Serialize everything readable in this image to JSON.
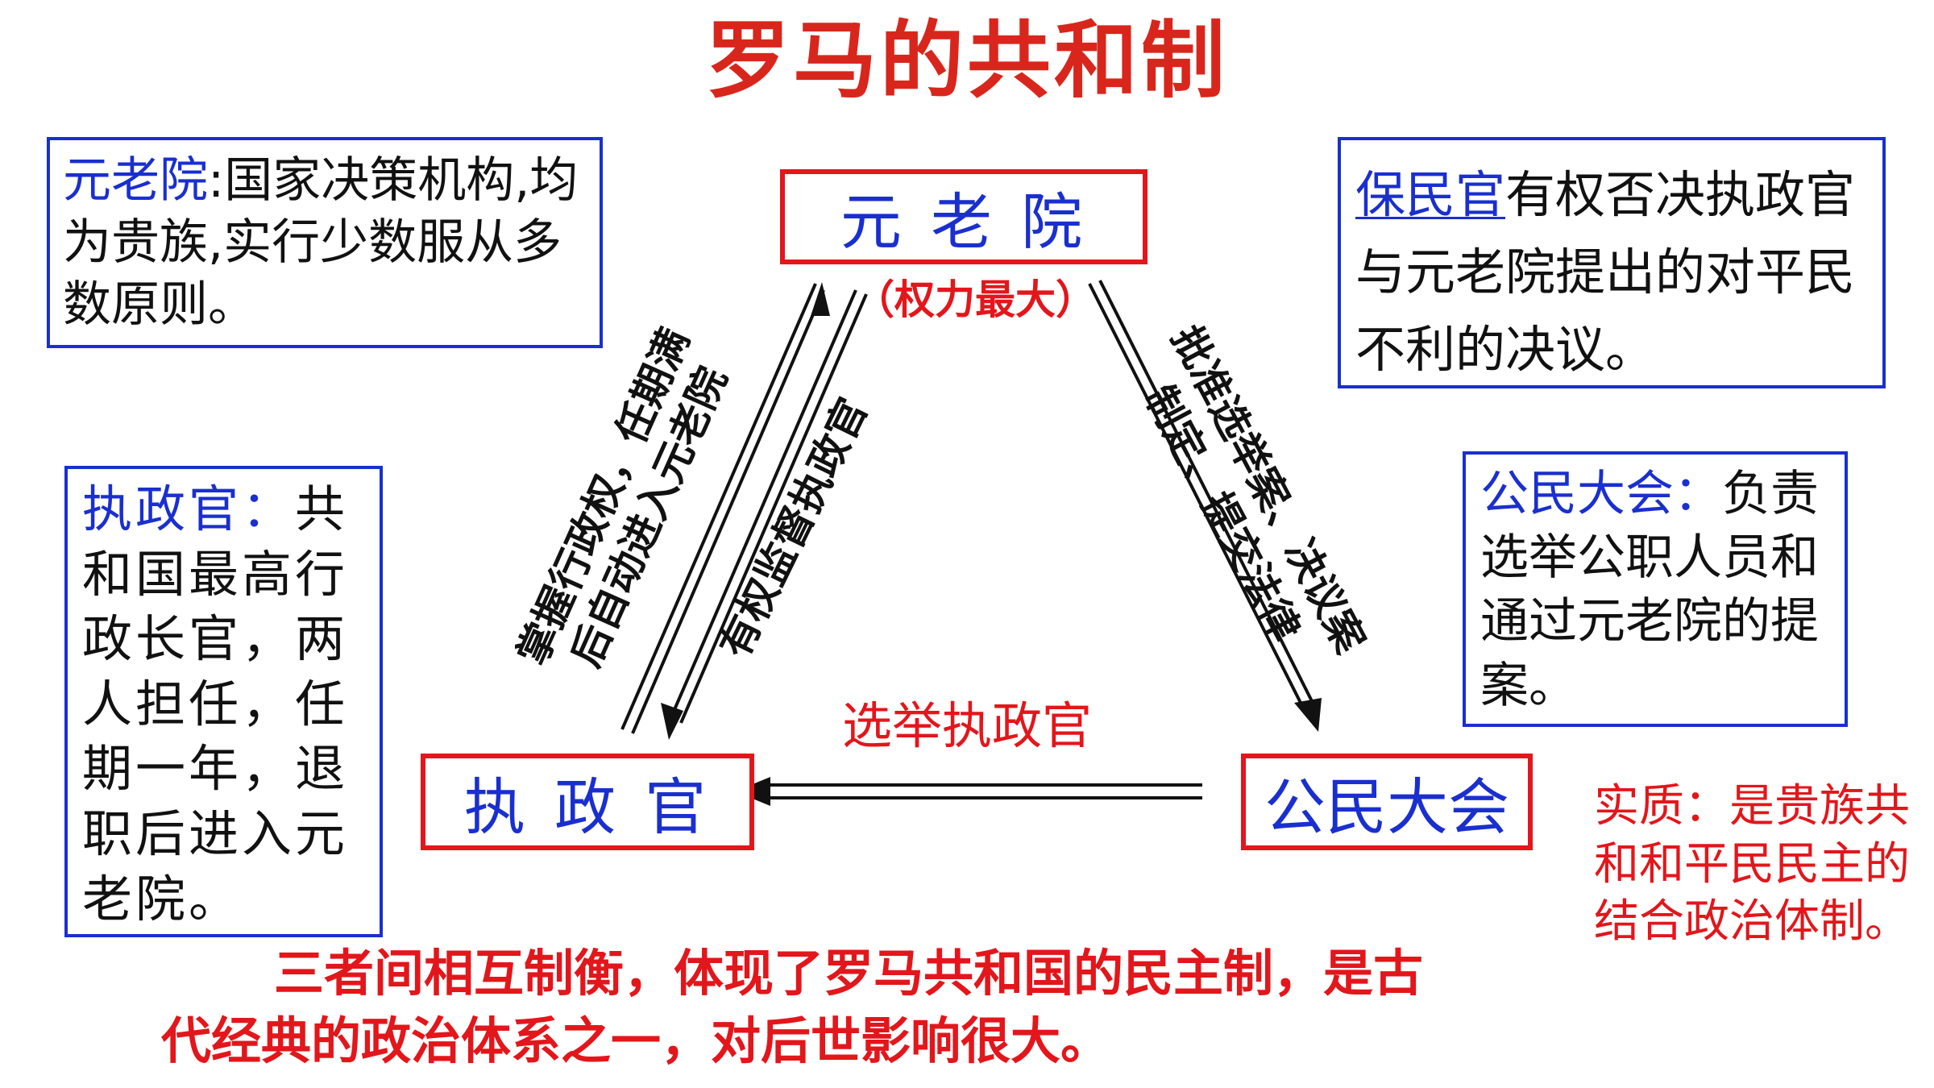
{
  "title": "罗马的共和制",
  "nodes": {
    "senate": {
      "label": "元 老 院",
      "note": "（权力最大）"
    },
    "consul": {
      "label": "执 政 官"
    },
    "assembly": {
      "label": "公民大会"
    }
  },
  "info": {
    "senate": {
      "term": "元老院",
      "sep": ":",
      "text": "国家决策机构,均为贵族,实行少数服从多数原则。"
    },
    "tribune": {
      "term": "保民官",
      "text": "有权否决执政官与元老院提出的对平民不利的决议。"
    },
    "consul": {
      "term": "执政官",
      "sep": "：",
      "text": "共和国最高行政长官，两人担任，任期一年，退职后进入元老院。"
    },
    "assembly": {
      "term": "公民大会",
      "sep": "：",
      "text": "负责选举公职人员和通过元老院的提案。"
    }
  },
  "edges": {
    "consul_to_senate_line1": "掌握行政权，任期满",
    "consul_to_senate_line2": "后自动进入元老院",
    "senate_to_consul": "有权监督执政官",
    "senate_to_assembly_line1": "批准选举案、决议案",
    "senate_to_assembly_line2": "制定、提交法律",
    "assembly_to_consul": "选举执政官"
  },
  "essence": "实质：是贵族共和和平民民主的结合政治体制。",
  "conclusion": {
    "line1": "三者间相互制衡，体现了罗马共和国的民主制，是古",
    "line2": "代经典的政治体系之一，对后世影响很大。"
  },
  "colors": {
    "blue": "#1a2fcf",
    "red": "#e3161b",
    "title_red": "#d9261c"
  }
}
